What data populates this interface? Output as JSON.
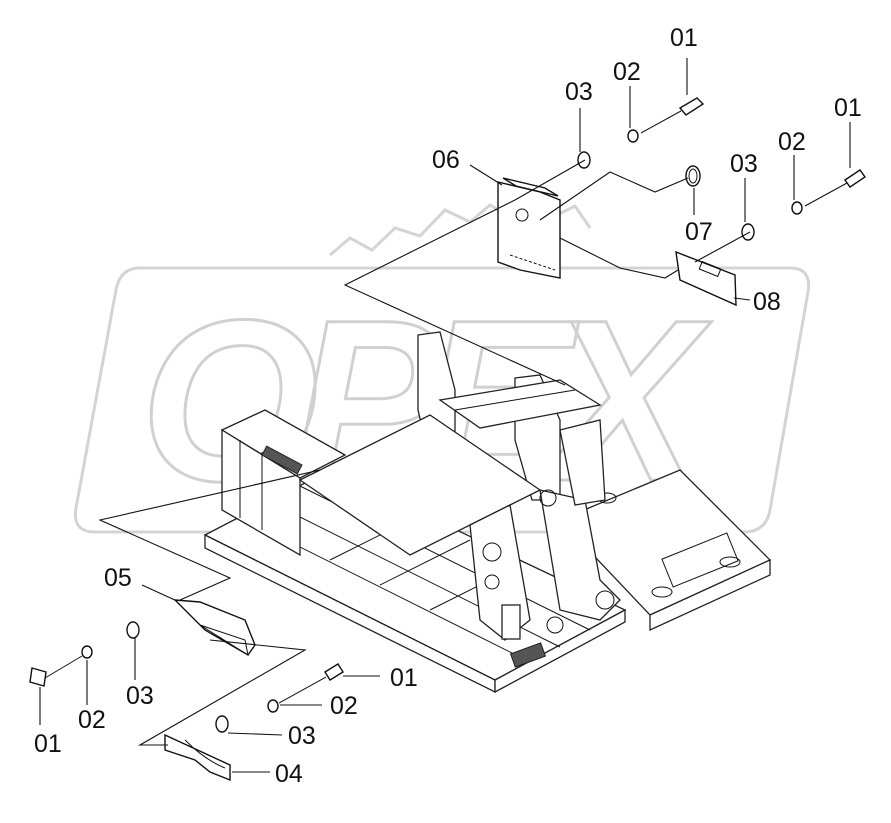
{
  "watermark": {
    "text": "OPEX"
  },
  "callouts": {
    "c1": "01",
    "c2": "02",
    "c3": "03",
    "c4": "01",
    "c5": "02",
    "c6": "03",
    "c7": "06",
    "c8": "07",
    "c9": "08",
    "c10": "05",
    "c11": "01",
    "c12": "02",
    "c13": "03",
    "c14": "01",
    "c15": "02",
    "c16": "03",
    "c17": "04"
  },
  "colors": {
    "line": "#111111",
    "watermark": "#d0d0d0",
    "background": "#ffffff"
  }
}
